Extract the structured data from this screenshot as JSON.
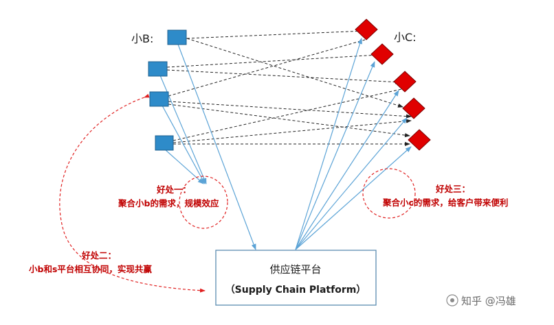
{
  "groups": {
    "small_b_label": "小B:",
    "small_c_label": "小C:"
  },
  "benefits": {
    "one": {
      "title": "好处一：",
      "text": "聚合小b的需求，规模效应"
    },
    "two": {
      "title": "好处二：",
      "text": "小b和s平台相互协同，实现共赢"
    },
    "three": {
      "title": "好处三：",
      "text": "聚合小c的需求，给客户带来便利"
    }
  },
  "platform": {
    "name": "供应链平台",
    "english": "（Supply Chain Platform）"
  },
  "watermark": "知乎 @冯雄",
  "colors": {
    "b_node_fill": "#2e8bc9",
    "c_node_fill": "#e00000",
    "solid_arrow": "#5ba3d6",
    "dashed_arrow": "#222222",
    "benefit_text": "#c00000",
    "platform_border": "#5a8bb0"
  }
}
